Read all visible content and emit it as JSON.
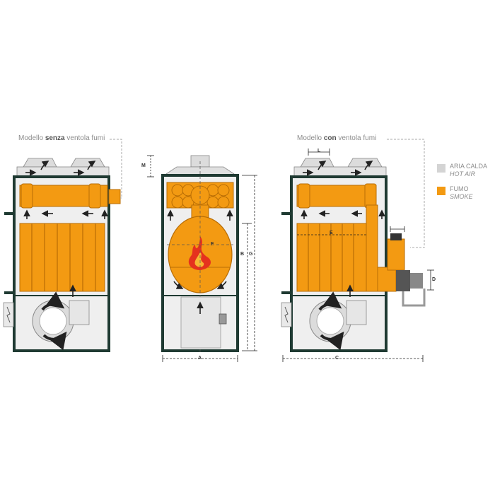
{
  "captions": {
    "left_prefix": "Modello ",
    "left_bold": "senza",
    "left_suffix": " ventola fumi",
    "right_prefix": "Modello ",
    "right_bold": "con",
    "right_suffix": " ventola fumi"
  },
  "legend": [
    {
      "line1": "ARIA CALDA",
      "line2": "HOT AIR",
      "color": "#d4d4d4"
    },
    {
      "line1": "FUMO",
      "line2": "SMOKE",
      "color": "#f39a12"
    }
  ],
  "dimensions": {
    "M": "M",
    "L": "L",
    "A": "A",
    "B": "B",
    "G": "G",
    "C": "C",
    "D1": "D",
    "D2": "D",
    "E": "E",
    "F": "F"
  },
  "colors": {
    "frame": "#1f3a32",
    "orange": "#f39a12",
    "orange_dark": "#b86d05",
    "hot_air": "#d4d4d4",
    "light_grey": "#e9e9e9",
    "flame": "#e5321e"
  }
}
